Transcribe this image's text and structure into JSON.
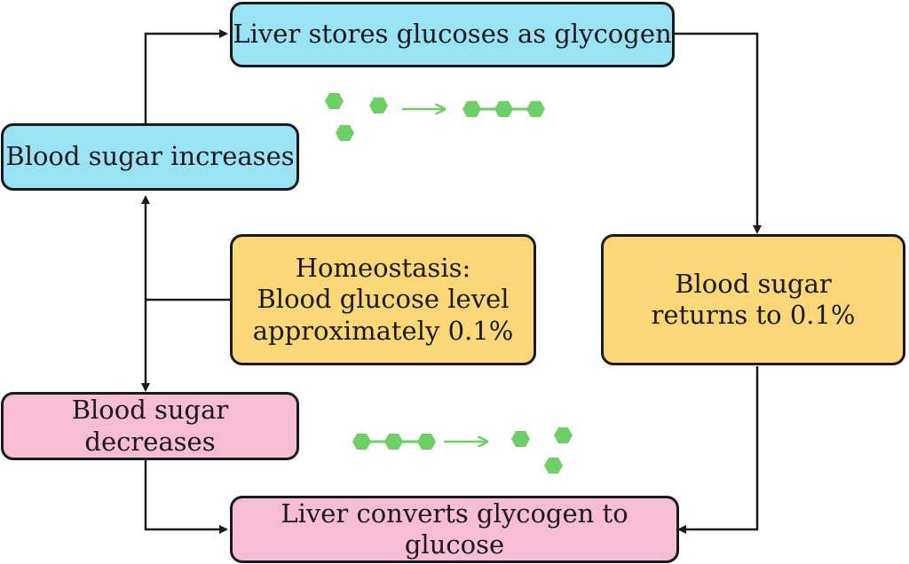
{
  "colors": {
    "increase_box": "#9ae2f6",
    "homeostasis_box": "#fbd778",
    "decrease_box": "#f8bdd6",
    "glucose_molecule": "#6cd067",
    "arrow_line": "#1a1a1a"
  },
  "nodes": {
    "liver_stores": {
      "label": "Liver stores glucoses as glycogen"
    },
    "blood_sugar_increases": {
      "label": "Blood sugar increases"
    },
    "homeostasis": {
      "lines": [
        "Homeostasis:",
        "Blood glucose level",
        "approximately 0.1%"
      ]
    },
    "blood_sugar_returns": {
      "lines": [
        "Blood sugar",
        "returns to 0.1%"
      ]
    },
    "blood_sugar_decreases": {
      "label": "Blood sugar decreases"
    },
    "liver_converts": {
      "label": "Liver converts glycogen to glucose"
    }
  },
  "icons": {
    "glycogenesis": [
      "glucose-molecule-icon",
      "glucose-molecule-icon",
      "glucose-molecule-icon",
      "arrow-right-icon",
      "glycogen-chain-icon"
    ],
    "glycogenolysis": [
      "glycogen-chain-icon",
      "arrow-right-icon",
      "glucose-molecule-icon",
      "glucose-molecule-icon",
      "glucose-molecule-icon"
    ]
  }
}
